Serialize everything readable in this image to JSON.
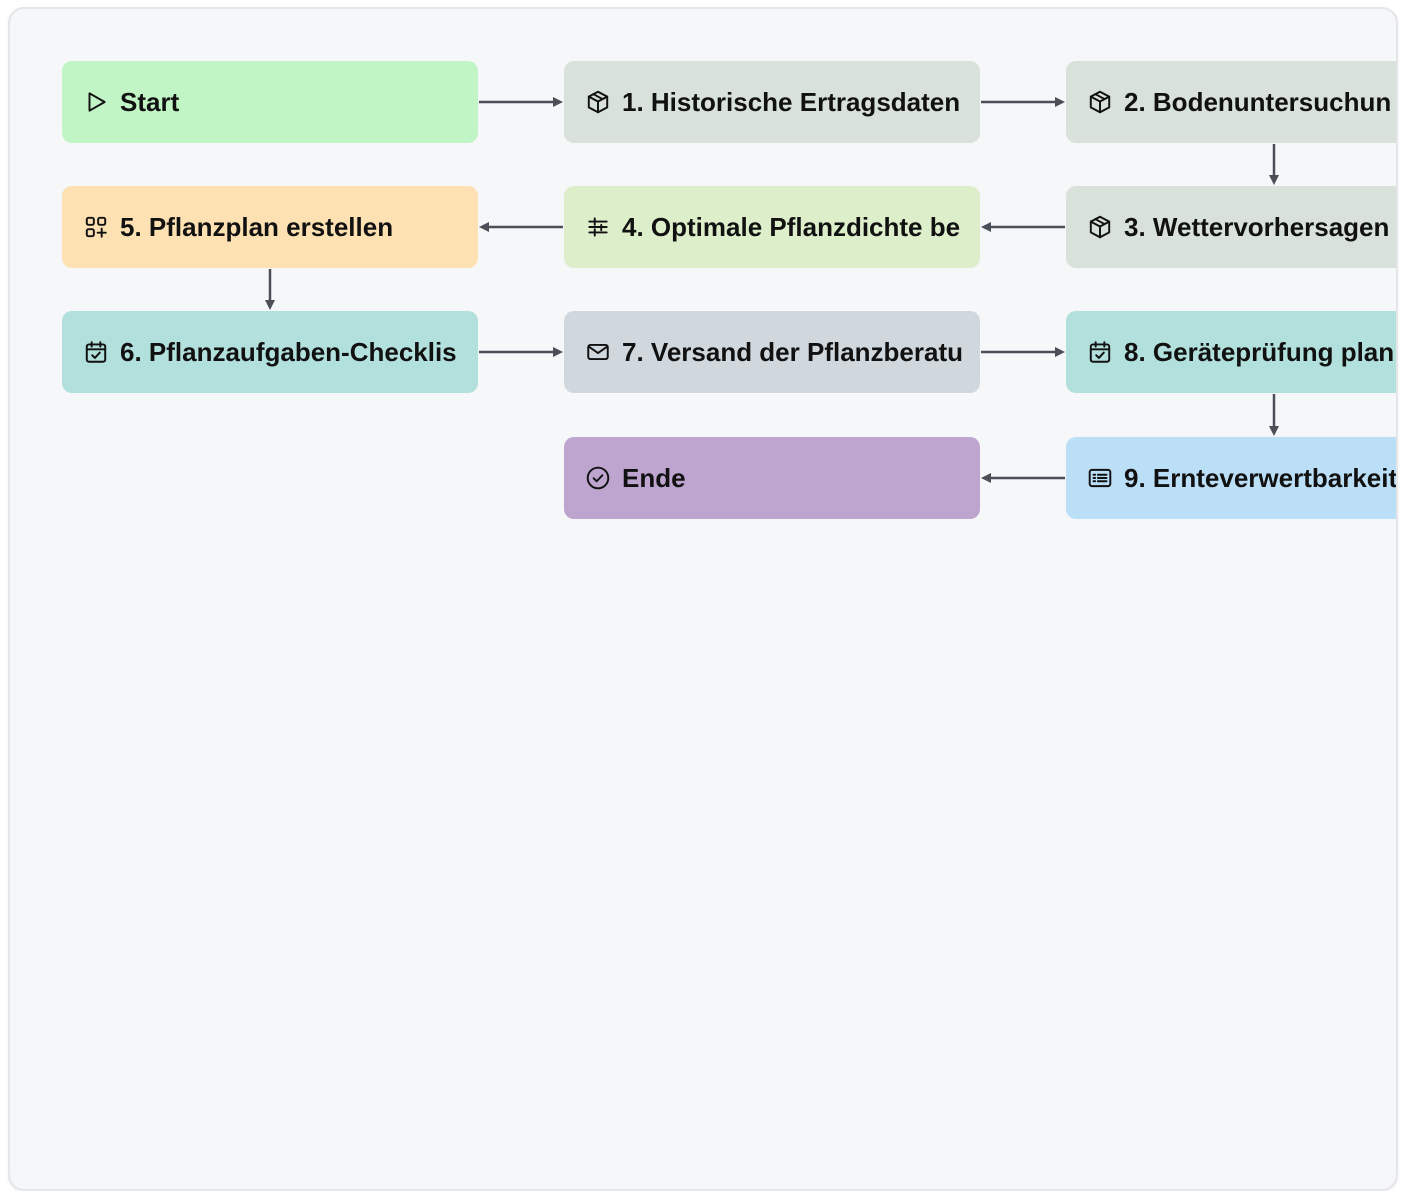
{
  "diagram": {
    "nodes": [
      {
        "id": "start",
        "label": "Start",
        "icon": "play-icon",
        "color": "#c2f5c6"
      },
      {
        "id": "n1",
        "label": "1. Historische Ertragsdaten",
        "icon": "box-icon",
        "color": "#d8e2da"
      },
      {
        "id": "n2",
        "label": "2. Bodenuntersuchun",
        "icon": "box-icon",
        "color": "#d8e2da"
      },
      {
        "id": "n3",
        "label": "3. Wettervorhersagen",
        "icon": "box-icon",
        "color": "#d8e2da"
      },
      {
        "id": "n4",
        "label": "4. Optimale Pflanzdichte be",
        "icon": "sliders-icon",
        "color": "#ddeecb"
      },
      {
        "id": "n5",
        "label": "5. Pflanzplan erstellen",
        "icon": "grid-plus-icon",
        "color": "#fde1b2"
      },
      {
        "id": "n6",
        "label": "6. Pflanzaufgaben-Checklis",
        "icon": "calendar-check-icon",
        "color": "#b2e0dc"
      },
      {
        "id": "n7",
        "label": "7. Versand der Pflanzberatu",
        "icon": "mail-icon",
        "color": "#d0d8de"
      },
      {
        "id": "n8",
        "label": "8. Geräteprüfung plan",
        "icon": "calendar-check-icon",
        "color": "#b2e0dc"
      },
      {
        "id": "n9",
        "label": "9. Ernteverwertbarkeit",
        "icon": "id-card-icon",
        "color": "#bcdff8"
      },
      {
        "id": "end",
        "label": "Ende",
        "icon": "check-circle-icon",
        "color": "#bea5cf"
      }
    ],
    "edges": [
      [
        "start",
        "n1"
      ],
      [
        "n1",
        "n2"
      ],
      [
        "n2",
        "n3"
      ],
      [
        "n3",
        "n4"
      ],
      [
        "n4",
        "n5"
      ],
      [
        "n5",
        "n6"
      ],
      [
        "n6",
        "n7"
      ],
      [
        "n7",
        "n8"
      ],
      [
        "n8",
        "n9"
      ],
      [
        "n9",
        "end"
      ]
    ],
    "connector_color": "#4a4f58"
  }
}
